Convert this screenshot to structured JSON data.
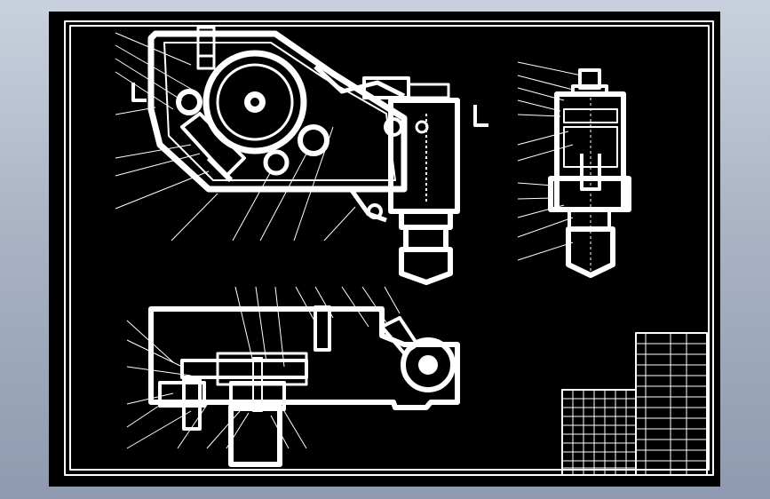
{
  "viewport": {
    "background_colors": [
      "#c9d1de",
      "#aab4c5",
      "#8f9ab0"
    ]
  },
  "drawing": {
    "paper_color": "#000000",
    "line_color": "#ffffff",
    "views": [
      "top-left-assembly",
      "right-elevation",
      "bottom-plan"
    ],
    "title_block": {
      "upper_table": {
        "rows": 13,
        "cols": 4
      },
      "lower_table": {
        "rows": 10,
        "cols": 7
      }
    }
  }
}
